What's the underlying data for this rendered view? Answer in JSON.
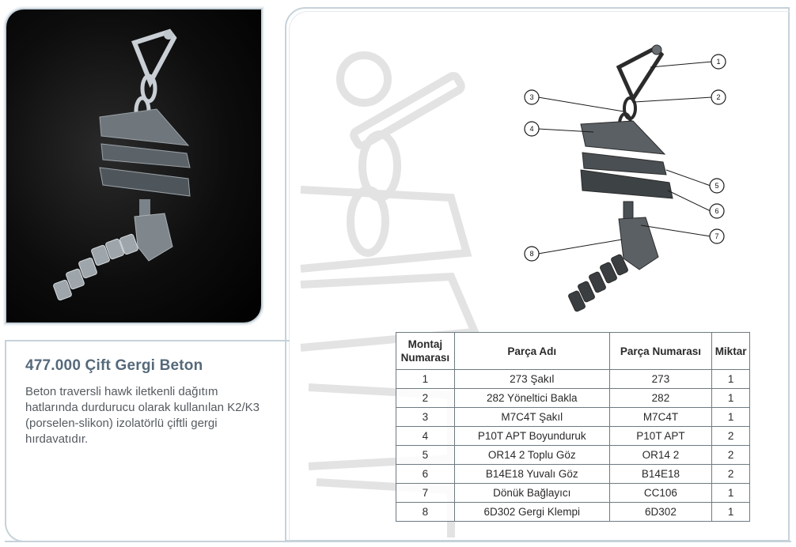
{
  "product": {
    "title": "477.000 Çift  Gergi Beton",
    "description": "Beton traversli hawk iletkenli dağıtım hatlarında durdurucu olarak kullanılan K2/K3 (porselen-slikon) izolatörlü çiftli gergi hırdavatıdır."
  },
  "diagram_labels": [
    "1",
    "2",
    "3",
    "4",
    "5",
    "6",
    "7",
    "8"
  ],
  "parts_table": {
    "headers": {
      "montaj_line1": "Montaj",
      "montaj_line2": "Numarası",
      "parca_adi": "Parça Adı",
      "parca_numarasi": "Parça Numarası",
      "miktar": "Miktar"
    },
    "rows": [
      {
        "no": "1",
        "name": "273 Şakıl",
        "part": "273",
        "qty": "1"
      },
      {
        "no": "2",
        "name": "282 Yöneltici Bakla",
        "part": "282",
        "qty": "1"
      },
      {
        "no": "3",
        "name": "M7C4T Şakıl",
        "part": "M7C4T",
        "qty": "1"
      },
      {
        "no": "4",
        "name": "P10T APT Boyunduruk",
        "part": "P10T APT",
        "qty": "2"
      },
      {
        "no": "5",
        "name": "OR14 2 Toplu Göz",
        "part": "OR14 2",
        "qty": "2"
      },
      {
        "no": "6",
        "name": "B14E18 Yuvalı Göz",
        "part": "B14E18",
        "qty": "2"
      },
      {
        "no": "7",
        "name": "Dönük Bağlayıcı",
        "part": "CC106",
        "qty": "1"
      },
      {
        "no": "8",
        "name": "6D302 Gergi Klempi",
        "part": "6D302",
        "qty": "1"
      }
    ]
  },
  "colors": {
    "title": "#55697a",
    "frame": "#c6d2da",
    "photo_bg": "#000000"
  }
}
